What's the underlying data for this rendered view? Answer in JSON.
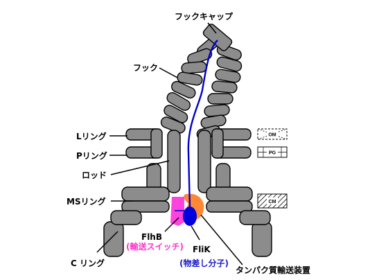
{
  "labels": {
    "hook_cap": "フックキャップ",
    "hook": "フック",
    "l_ring": "Lリング",
    "p_ring": "Pリング",
    "rod": "ロッド",
    "ms_ring": "MSリング",
    "c_ring": "C リング",
    "flhb": "FlhB",
    "flhb_note": "(輸送スイッチ)",
    "flik": "FliK",
    "flik_note": "(物差し分子)",
    "export": "タンパク質輸送装置"
  },
  "membranes": {
    "om_top": "OM",
    "pg": "PG",
    "cm": "CM"
  },
  "colors": {
    "body": "#8c8c8c",
    "flhb": "#ff44dd",
    "flik": "#0000dd",
    "export": "#ff8833",
    "pink_text": "#ff33cc",
    "blue_text": "#1a1acc"
  }
}
